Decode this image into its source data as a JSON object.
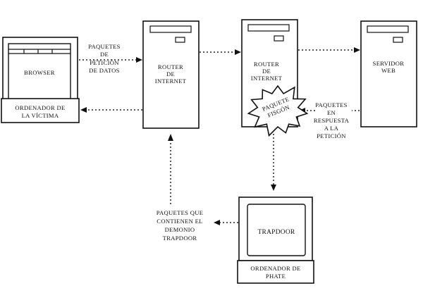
{
  "nodes": {
    "victim": {
      "screen_label": "BROWSER",
      "caption_line1": "ORDENADOR DE",
      "caption_line2": "LA VÍCTIMA"
    },
    "router1": {
      "line1": "ROUTER",
      "line2": "DE",
      "line3": "INTERNET"
    },
    "router2": {
      "line1": "ROUTER",
      "line2": "DE",
      "line3": "INTERNET"
    },
    "server": {
      "line1": "SERVIDOR",
      "line2": "WEB"
    },
    "phate": {
      "screen_label": "TRAPDOOR",
      "caption_line1": "ORDENADOR DE",
      "caption_line2": "PHATE"
    }
  },
  "labels": {
    "request": [
      "PAQUETES",
      "DE",
      "PETICIÓN",
      "DE DATOS"
    ],
    "response": [
      "PAQUETES",
      "EN",
      "RESPUESTA",
      "A LA",
      "PETICIÓN"
    ],
    "trapdoor_packets": [
      "PAQUETES QUE",
      "CONTIENEN EL",
      "DEMONIO",
      "TRAPDOOR"
    ],
    "sniffer": [
      "PAQUETE",
      "FISGÓN"
    ]
  },
  "colors": {
    "ink": "#111111",
    "background": "#ffffff"
  }
}
